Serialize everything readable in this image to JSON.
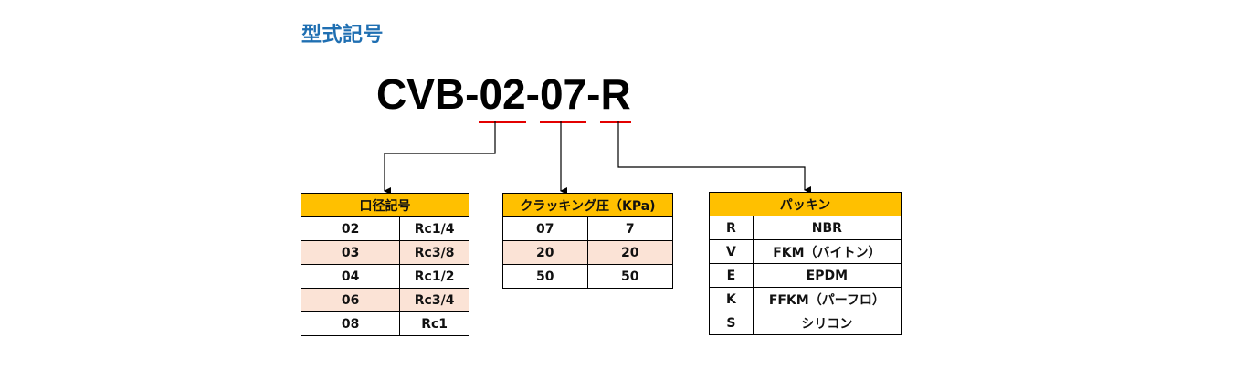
{
  "title": "型式記号",
  "model": {
    "prefix": "CVB",
    "sep": "-",
    "size_code": "02",
    "pressure_code": "07",
    "seal_code": "R"
  },
  "tables": {
    "port": {
      "header": "口径記号",
      "rows": [
        {
          "code": "02",
          "value": "Rc1/4"
        },
        {
          "code": "03",
          "value": "Rc3/8"
        },
        {
          "code": "04",
          "value": "Rc1/2"
        },
        {
          "code": "06",
          "value": "Rc3/4"
        },
        {
          "code": "08",
          "value": "Rc1"
        }
      ]
    },
    "cracking": {
      "header": "クラッキング圧（KPa)",
      "rows": [
        {
          "code": "07",
          "value": "7"
        },
        {
          "code": "20",
          "value": "20"
        },
        {
          "code": "50",
          "value": "50"
        }
      ]
    },
    "packing": {
      "header": "パッキン",
      "rows": [
        {
          "code": "R",
          "value": "NBR"
        },
        {
          "code": "V",
          "value": "FKM（バイトン）"
        },
        {
          "code": "E",
          "value": "EPDM"
        },
        {
          "code": "K",
          "value": "FFKM（パーフロ）"
        },
        {
          "code": "S",
          "value": "シリコン"
        }
      ]
    }
  },
  "colors": {
    "title": "#1f6fb2",
    "header_fill": "#ffc000",
    "highlight_row": "#fbe3d6",
    "underline": "#e30000"
  }
}
